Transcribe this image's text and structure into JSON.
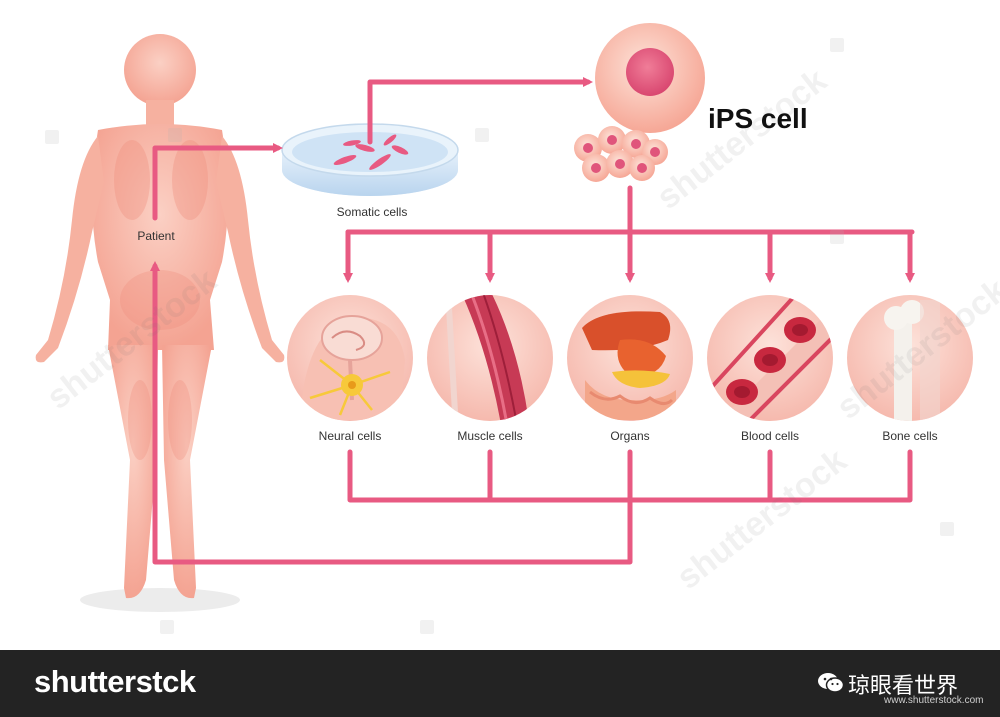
{
  "labels": {
    "patient": "Patient",
    "somatic": "Somatic cells",
    "ips": "iPS cell",
    "neural": "Neural cells",
    "muscle": "Muscle cells",
    "organs": "Organs",
    "blood": "Blood cells",
    "bone": "Bone cells"
  },
  "footer": {
    "brand": "shutterstck",
    "wechat_name": "琼眼看世界",
    "url": "www.shutterstock.com"
  },
  "watermark": "shutterstock",
  "colors": {
    "arrow": "#e85a82",
    "skin": "#f6b1a0",
    "circle_bg": "#f9c9c0",
    "footer_bg": "#232323"
  }
}
